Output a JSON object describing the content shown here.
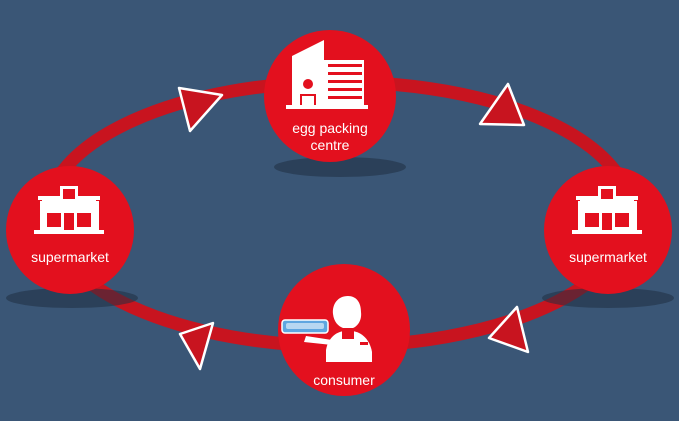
{
  "colors": {
    "background": "#3a5676",
    "node_fill": "#e3101e",
    "ring": "#c8141f",
    "arrow_fill": "#c8141f",
    "arrow_stroke": "#ffffff",
    "icon": "#ffffff",
    "shadow": "#1f2f42"
  },
  "nodes": {
    "top": {
      "label_line1": "egg packing",
      "label_line2": "centre",
      "icon": "building-icon"
    },
    "left": {
      "label": "supermarket",
      "icon": "store-icon"
    },
    "right": {
      "label": "supermarket",
      "icon": "store-icon"
    },
    "bottom": {
      "label": "consumer",
      "icon": "person-icon"
    }
  }
}
